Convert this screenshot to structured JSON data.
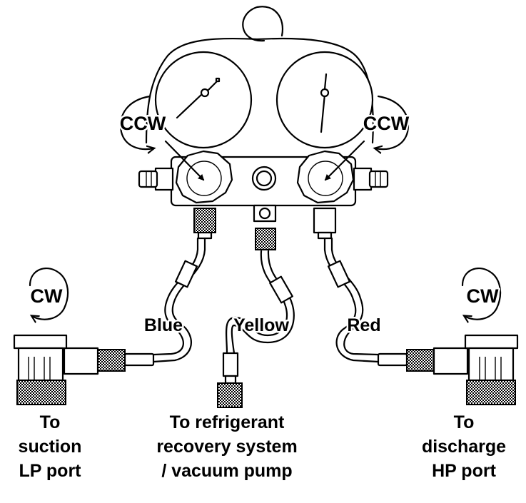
{
  "labels": {
    "ccw_left": "CCW",
    "ccw_right": "CCW",
    "cw_left": "CW",
    "cw_right": "CW",
    "hose_blue": "Blue",
    "hose_yellow": "Yellow",
    "hose_red": "Red"
  },
  "captions": {
    "left": [
      "To",
      "suction",
      "LP port"
    ],
    "center": [
      "To refrigerant",
      "recovery system",
      "/ vacuum pump"
    ],
    "right": [
      "To",
      "discharge",
      "HP port"
    ]
  },
  "icons": [
    "rotate-ccw-icon",
    "rotate-cw-icon",
    "direction-arrow-icon"
  ]
}
